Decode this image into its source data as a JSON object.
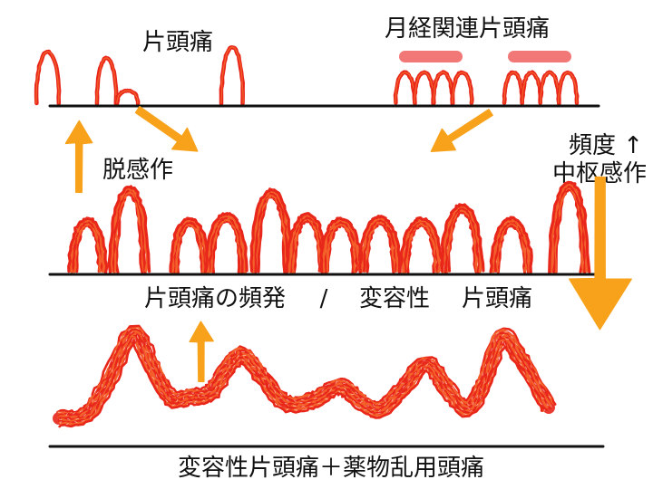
{
  "labels": {
    "migraine": "片頭痛",
    "menstrual_migraine": "月経関連片頭痛",
    "desensitization": "脱感作",
    "frequency_up": "頻度 ↑",
    "central_sensitization": "中枢感作",
    "frequent_migraine": "片頭痛の頻発",
    "separator": "/",
    "transformed": "変容性",
    "migraine_2": "片頭痛",
    "transformed_moh": "変容性片頭痛＋薬物乱用頭痛"
  },
  "colors": {
    "attack": "#e8261a",
    "attack_highlight": "#f4602a",
    "arrow": "#f8a21c",
    "menstrual_bar": "#f27878",
    "baseline": "#111111"
  }
}
